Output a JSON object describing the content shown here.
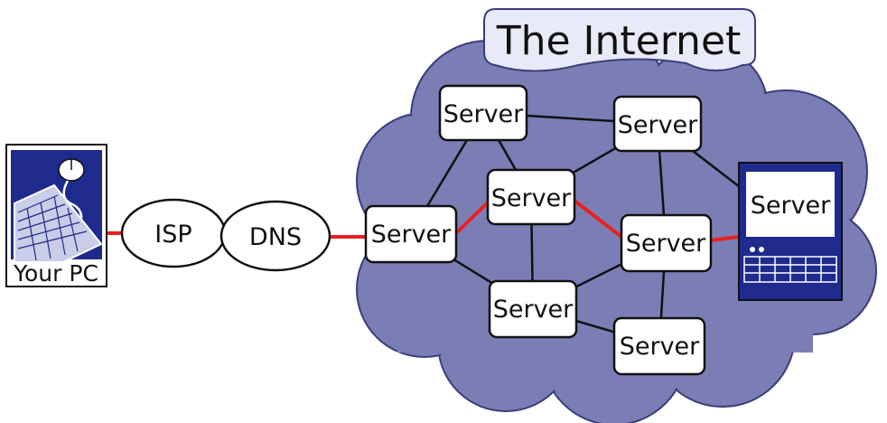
{
  "title": "The Internet",
  "pc": {
    "label": "Your PC"
  },
  "isp": {
    "label": "ISP"
  },
  "dns": {
    "label": "DNS"
  },
  "servers": [
    {
      "id": "s1",
      "label": "Server"
    },
    {
      "id": "s2",
      "label": "Server"
    },
    {
      "id": "s3",
      "label": "Server"
    },
    {
      "id": "s4",
      "label": "Server"
    },
    {
      "id": "s5",
      "label": "Server"
    },
    {
      "id": "s6",
      "label": "Server"
    },
    {
      "id": "s7",
      "label": "Server"
    },
    {
      "id": "s8",
      "label": "Server"
    }
  ],
  "colors": {
    "cloud": "#7b7eb5",
    "cloud_stroke": "#3a3d7a",
    "route": "#e8211d",
    "link": "#111111",
    "pc_frame": "#1e2a8c"
  }
}
